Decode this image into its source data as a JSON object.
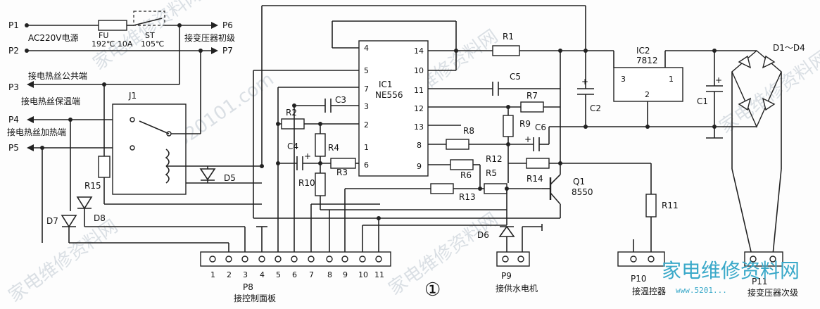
{
  "terminals": {
    "p1": "P1",
    "p2": "P2",
    "p3": "P3",
    "p4": "P4",
    "p5": "P5",
    "p6": "P6",
    "p7": "P7",
    "p8": "P8",
    "p9": "P9",
    "p10": "P10",
    "p11": "P11"
  },
  "labels": {
    "ac": "AC220V电源",
    "fu": "FU",
    "fu_rating": "192℃  10A",
    "st": "ST",
    "st_rating": "105℃",
    "to_xfmr_primary": "接变压器初级",
    "heater_common": "接电热丝公共端",
    "heater_keepwarm": "接电热丝保温端",
    "heater_heat": "接电热丝加热端",
    "control_panel": "接控制面板",
    "pump": "接供水电机",
    "thermostat": "接温控器",
    "xfmr_secondary": "接变压器次级",
    "figure_no": "①"
  },
  "parts": {
    "j1": "J1",
    "ic1": "IC1",
    "ne556": "NE556",
    "ic2": "IC2",
    "reg": "7812",
    "r1": "R1",
    "r2": "R2",
    "r3": "R3",
    "r4": "R4",
    "r5": "R5",
    "r6": "R6",
    "r7": "R7",
    "r8": "R8",
    "r9": "R9",
    "r10": "R10",
    "r11": "R11",
    "r12": "R12",
    "r13": "R13",
    "r14": "R14",
    "r15": "R15",
    "c1": "C1",
    "c2": "C2",
    "c3": "C3",
    "c4": "C4",
    "c5": "C5",
    "c6": "C6",
    "d1d4": "D1～D4",
    "d5": "D5",
    "d6": "D6",
    "d7": "D7",
    "d8": "D8",
    "q1": "Q1",
    "q1_type": "8550"
  },
  "ic1_pins": {
    "p1": "1",
    "p2": "2",
    "p3": "3",
    "p4": "4",
    "p5": "5",
    "p6": "6",
    "p7": "7",
    "p8": "8",
    "p9": "9",
    "p10": "10",
    "p11": "11",
    "p12": "12",
    "p13": "13",
    "p14": "14"
  },
  "ic2_pins": {
    "p1": "1",
    "p2": "2",
    "p3": "3"
  },
  "p8_pins": [
    "1",
    "2",
    "3",
    "4",
    "5",
    "6",
    "7",
    "8",
    "9",
    "10",
    "11"
  ],
  "watermark": {
    "site": "家电维修资料网",
    "url": "www.520101.com",
    "logo": "家电维修资料网",
    "logo_sub": "www.5201..."
  }
}
